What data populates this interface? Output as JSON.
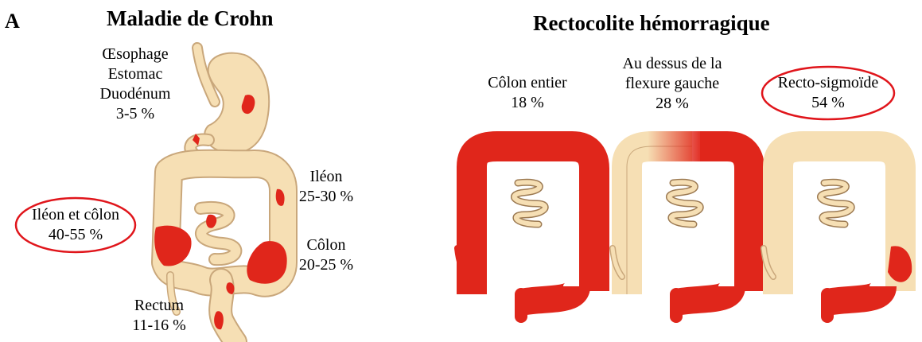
{
  "panel_label": "A",
  "crohn": {
    "title": "Maladie de Crohn",
    "upper_gi": [
      "Œsophage",
      "Estomac",
      "Duodénum",
      "3-5 %"
    ],
    "ileum": [
      "Iléon",
      "25-30 %"
    ],
    "ileum_colon": [
      "Iléon et côlon",
      "40-55 %"
    ],
    "colon": [
      "Côlon",
      "20-25 %"
    ],
    "rectum": [
      "Rectum",
      "11-16 %"
    ]
  },
  "rch": {
    "title": "Rectocolite hémorragique",
    "whole_colon": [
      "Côlon entier",
      "18 %"
    ],
    "left_flexure": [
      "Au dessus de la",
      "flexure gauche",
      "28 %"
    ],
    "rectosigmoid": [
      "Recto-sigmoïde",
      "54 %"
    ]
  },
  "colors": {
    "tissue": "#f6dfb4",
    "tissue_edge": "#c9a77b",
    "inflammation": "#e0261b",
    "highlight_ring": "#e0151b"
  }
}
